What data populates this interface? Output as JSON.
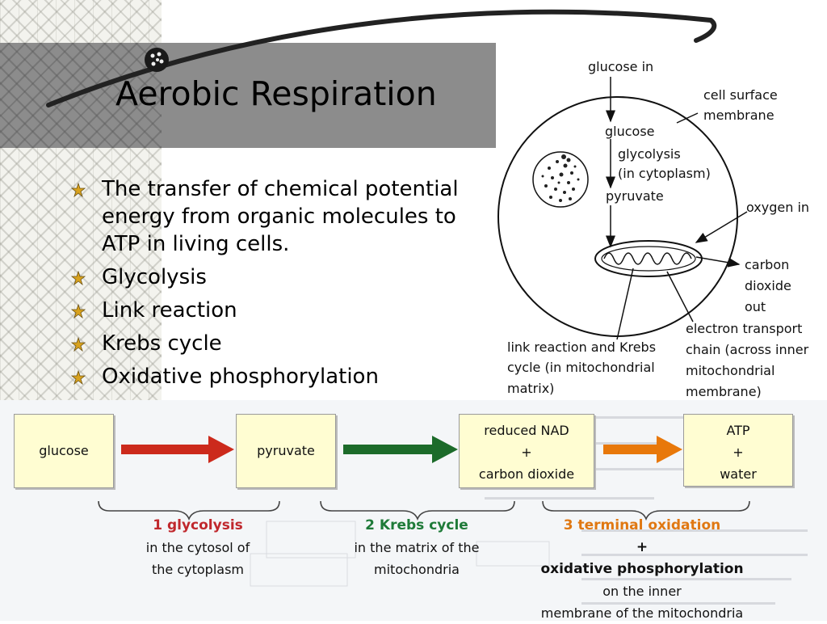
{
  "slide": {
    "title": "Aerobic Respiration",
    "bullets": [
      "The transfer of chemical potential energy from organic molecules to ATP in living cells.",
      "Glycolysis",
      "Link reaction",
      "Krebs cycle",
      "Oxidative phosphorylation"
    ]
  },
  "cell_diagram": {
    "glucose_in": "glucose in",
    "cell_surface_membrane": [
      "cell surface",
      "membrane"
    ],
    "glucose": "glucose",
    "glycolysis": [
      "glycolysis",
      "(in cytoplasm)"
    ],
    "pyruvate": "pyruvate",
    "oxygen_in": "oxygen in",
    "carbon_dioxide_out": [
      "carbon",
      "dioxide",
      "out"
    ],
    "link_krebs": [
      "link reaction and Krebs",
      "cycle (in mitochondrial",
      "matrix)"
    ],
    "electron_transport": [
      "electron transport",
      "chain (across inner",
      "mitochondrial",
      "membrane)"
    ]
  },
  "pathway": {
    "boxes": [
      {
        "lines": [
          "glucose"
        ]
      },
      {
        "lines": [
          "pyruvate"
        ]
      },
      {
        "lines": [
          "reduced NAD",
          "+",
          "carbon dioxide"
        ]
      },
      {
        "lines": [
          "ATP",
          "+",
          "water"
        ]
      }
    ],
    "arrow_colors": [
      "#cc2a1c",
      "#1c6b2a",
      "#e8780a"
    ],
    "steps": [
      {
        "heading": "1 glycolysis",
        "color": "#c0282d",
        "lines": [
          "in the cytosol of",
          "the cytoplasm"
        ]
      },
      {
        "heading": "2 Krebs cycle",
        "color": "#1e7a38",
        "lines": [
          "in the matrix of the",
          "mitochondria"
        ]
      },
      {
        "heading": "3 terminal oxidation",
        "color": "#e07812",
        "lines": [
          "+",
          "oxidative phosphorylation",
          "on the inner",
          "membrane of the mitochondria"
        ]
      }
    ]
  }
}
